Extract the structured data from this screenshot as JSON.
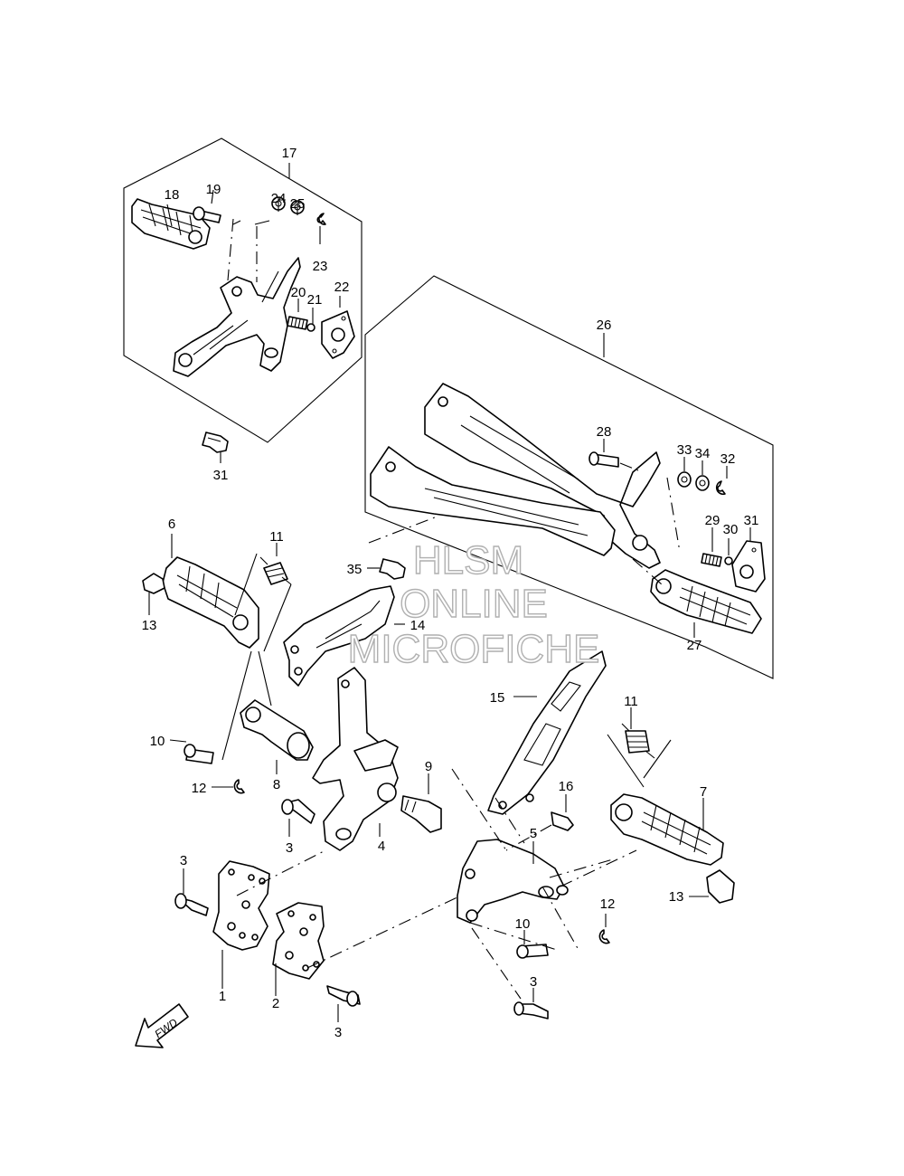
{
  "watermark": {
    "line1": "HLSM",
    "line2": "ONLINE",
    "line3": "MICROFICHE"
  },
  "fwd_label": "FWD",
  "callouts": {
    "c17": "17",
    "c18": "18",
    "c19": "19",
    "c24": "24",
    "c25": "25",
    "c23": "23",
    "c20": "20",
    "c21": "21",
    "c22": "22",
    "c31a": "31",
    "c26": "26",
    "c28": "28",
    "c33": "33",
    "c34": "34",
    "c32": "32",
    "c29": "29",
    "c30": "30",
    "c31b": "31",
    "c27": "27",
    "c6": "6",
    "c11a": "11",
    "c13a": "13",
    "c35": "35",
    "c14": "14",
    "c10a": "10",
    "c12a": "12",
    "c8": "8",
    "c3a": "3",
    "c4": "4",
    "c9": "9",
    "c15": "15",
    "c11b": "11",
    "c16": "16",
    "c5": "5",
    "c7": "7",
    "c3b": "3",
    "c13b": "13",
    "c12b": "12",
    "c10b": "10",
    "c1": "1",
    "c2": "2",
    "c3c": "3",
    "c3d": "3"
  },
  "colors": {
    "line": "#000000",
    "background": "#ffffff",
    "watermark_outline": "#b0b0b0"
  }
}
